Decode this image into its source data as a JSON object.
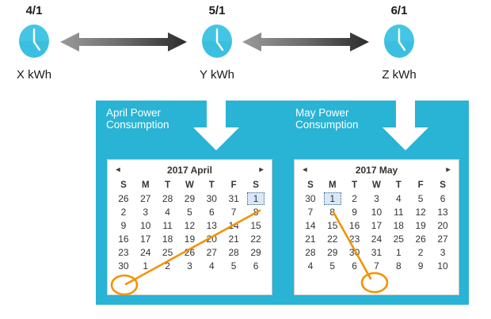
{
  "timeline": {
    "points": [
      {
        "date": "4/1",
        "value": "X kWh",
        "icon": "clock-icon"
      },
      {
        "date": "5/1",
        "value": "Y kWh",
        "icon": "clock-icon"
      },
      {
        "date": "6/1",
        "value": "Z kWh",
        "icon": "clock-icon"
      }
    ],
    "connectors": [
      {
        "name": "gradient-double-arrow-1"
      },
      {
        "name": "gradient-double-arrow-2"
      }
    ]
  },
  "panel": {
    "background_color": "#29b3d4",
    "banners": [
      {
        "label": "April Power\nConsumption",
        "arrow": "down-arrow-icon"
      },
      {
        "label": "May Power\nConsumption",
        "arrow": "down-arrow-icon"
      }
    ]
  },
  "calendars": [
    {
      "id": "april",
      "title": "2017 April",
      "prev_label": "◂",
      "next_label": "▸",
      "weekdays": [
        "S",
        "M",
        "T",
        "W",
        "T",
        "F",
        "S"
      ],
      "weeks": [
        [
          {
            "d": "26",
            "muted": true
          },
          {
            "d": "27",
            "muted": true
          },
          {
            "d": "28",
            "muted": true
          },
          {
            "d": "29",
            "muted": true
          },
          {
            "d": "30",
            "muted": true
          },
          {
            "d": "31",
            "muted": true
          },
          {
            "d": "1",
            "muted": false,
            "selected": true
          }
        ],
        [
          {
            "d": "2"
          },
          {
            "d": "3"
          },
          {
            "d": "4"
          },
          {
            "d": "5"
          },
          {
            "d": "6"
          },
          {
            "d": "7"
          },
          {
            "d": "8"
          }
        ],
        [
          {
            "d": "9"
          },
          {
            "d": "10"
          },
          {
            "d": "11"
          },
          {
            "d": "12"
          },
          {
            "d": "13"
          },
          {
            "d": "14"
          },
          {
            "d": "15"
          }
        ],
        [
          {
            "d": "16"
          },
          {
            "d": "17"
          },
          {
            "d": "18"
          },
          {
            "d": "19"
          },
          {
            "d": "20"
          },
          {
            "d": "21"
          },
          {
            "d": "22"
          }
        ],
        [
          {
            "d": "23"
          },
          {
            "d": "24"
          },
          {
            "d": "25"
          },
          {
            "d": "26"
          },
          {
            "d": "27"
          },
          {
            "d": "28"
          },
          {
            "d": "29"
          }
        ],
        [
          {
            "d": "30",
            "circled": true
          },
          {
            "d": "1",
            "muted": true
          },
          {
            "d": "2",
            "muted": true
          },
          {
            "d": "3",
            "muted": true
          },
          {
            "d": "4",
            "muted": true
          },
          {
            "d": "5",
            "muted": true
          },
          {
            "d": "6",
            "muted": true
          }
        ]
      ]
    },
    {
      "id": "may",
      "title": "2017 May",
      "prev_label": "◂",
      "next_label": "▸",
      "weekdays": [
        "S",
        "M",
        "T",
        "W",
        "T",
        "F",
        "S"
      ],
      "weeks": [
        [
          {
            "d": "30",
            "muted": true
          },
          {
            "d": "1",
            "selected": true
          },
          {
            "d": "2"
          },
          {
            "d": "3"
          },
          {
            "d": "4"
          },
          {
            "d": "5"
          },
          {
            "d": "6"
          }
        ],
        [
          {
            "d": "7"
          },
          {
            "d": "8"
          },
          {
            "d": "9"
          },
          {
            "d": "10"
          },
          {
            "d": "11"
          },
          {
            "d": "12"
          },
          {
            "d": "13"
          }
        ],
        [
          {
            "d": "14"
          },
          {
            "d": "15"
          },
          {
            "d": "16"
          },
          {
            "d": "17"
          },
          {
            "d": "18"
          },
          {
            "d": "19"
          },
          {
            "d": "20"
          }
        ],
        [
          {
            "d": "21"
          },
          {
            "d": "22"
          },
          {
            "d": "23"
          },
          {
            "d": "24"
          },
          {
            "d": "25"
          },
          {
            "d": "26"
          },
          {
            "d": "27"
          }
        ],
        [
          {
            "d": "28"
          },
          {
            "d": "29"
          },
          {
            "d": "30"
          },
          {
            "d": "31",
            "circled": true
          },
          {
            "d": "1",
            "muted": true
          },
          {
            "d": "2",
            "muted": true
          },
          {
            "d": "3",
            "muted": true
          }
        ],
        [
          {
            "d": "4",
            "muted": true
          },
          {
            "d": "5",
            "muted": true
          },
          {
            "d": "6",
            "muted": true
          },
          {
            "d": "7",
            "muted": true
          },
          {
            "d": "8",
            "muted": true
          },
          {
            "d": "9",
            "muted": true
          },
          {
            "d": "10",
            "muted": true
          }
        ]
      ]
    }
  ],
  "annotations": {
    "color": "#f39200",
    "items": [
      {
        "name": "april-range-line",
        "from": "April 30",
        "to": "April 1"
      },
      {
        "name": "may-range-line",
        "from": "May 1",
        "to": "May 31"
      }
    ]
  }
}
